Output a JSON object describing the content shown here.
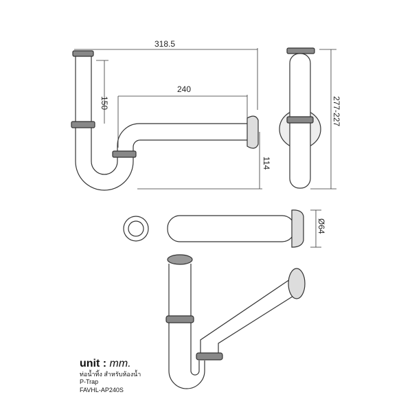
{
  "dimensions": {
    "overall_width": "318.5",
    "vertical_height": "150",
    "horizontal_length": "240",
    "outlet_height": "114",
    "total_height": "277-227",
    "diameter": "Ø64"
  },
  "info": {
    "unit_label": "unit :",
    "unit_value": "mm.",
    "thai_description": "ท่อน้ำทิ้ง สำหรับห้องน้ำ",
    "product_type": "P-Trap",
    "model": "FAVHL-AP240S"
  }
}
